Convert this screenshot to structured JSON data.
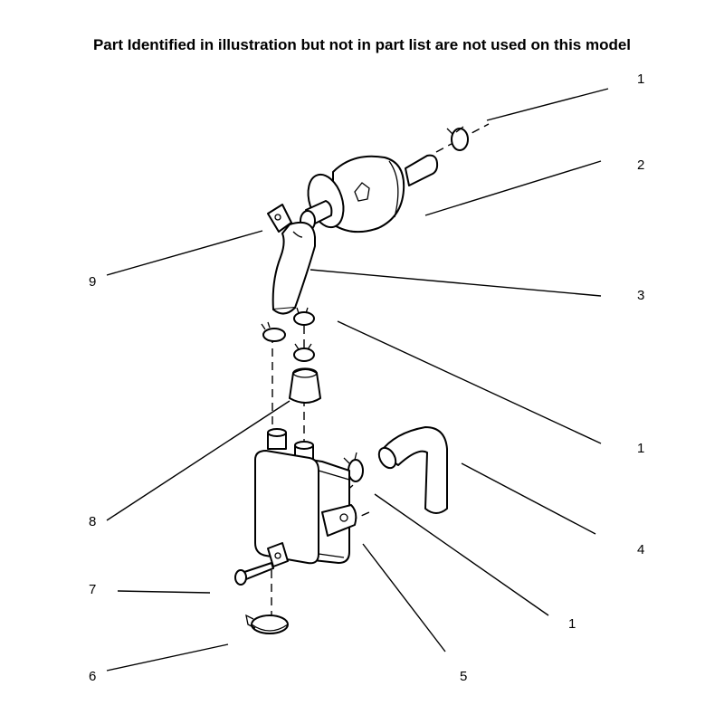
{
  "header": {
    "note": "Part Identified in illustration but not in part list are not used on this model"
  },
  "callouts": [
    "1",
    "2",
    "9",
    "3",
    "1",
    "8",
    "4",
    "7",
    "1",
    "6",
    "5"
  ]
}
